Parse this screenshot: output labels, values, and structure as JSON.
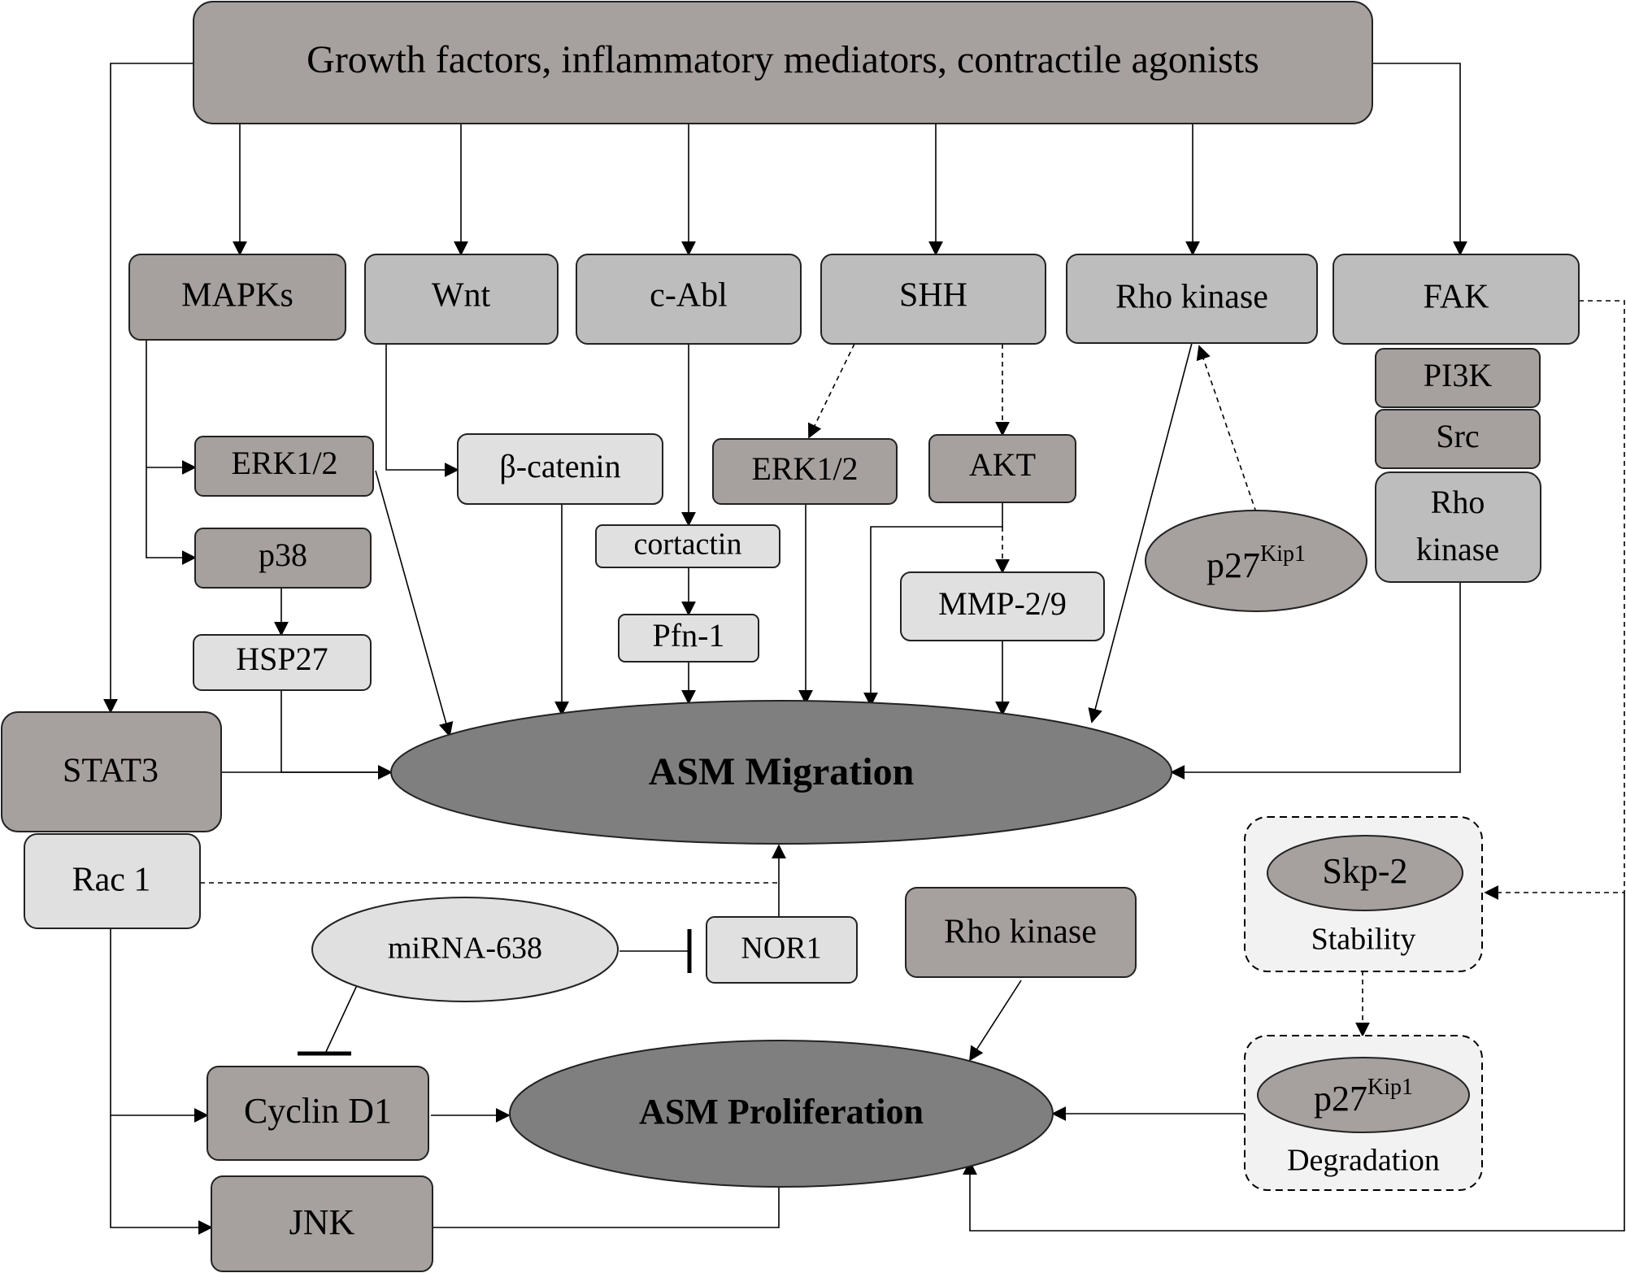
{
  "colors": {
    "dark_node": "#a6a09e",
    "mid_node": "#bdbdbd",
    "light_node": "#e0e0e0",
    "outcome": "#7f7f7f",
    "group_bg": "#f2f2f2"
  },
  "nodes": {
    "top": "Growth factors, inflammatory mediators, contractile agonists",
    "mapks": "MAPKs",
    "wnt": "Wnt",
    "cabl": "c-Abl",
    "shh": "SHH",
    "rho_top": "Rho kinase",
    "fak": "FAK",
    "erk_left": "ERK1/2",
    "p38": "p38",
    "hsp27": "HSP27",
    "bcatenin": "β-catenin",
    "cortactin": "cortactin",
    "pfn1": "Pfn-1",
    "erk_mid": "ERK1/2",
    "akt": "AKT",
    "mmp": "MMP-2/9",
    "p27_mid_base": "p27",
    "p27_mid_sup": "Kip1",
    "pi3k": "PI3K",
    "src": "Src",
    "rho_fak_line1": "Rho",
    "rho_fak_line2": "kinase",
    "stat3": "STAT3",
    "rac1": "Rac 1",
    "migration": "ASM Migration",
    "mirna": "miRNA-638",
    "nor1": "NOR1",
    "rho_lower": "Rho kinase",
    "skp2": "Skp-2",
    "stability": "Stability",
    "p27_low_base": "p27",
    "p27_low_sup": "Kip1",
    "degradation": "Degradation",
    "cyclin": "Cyclin D1",
    "jnk": "JNK",
    "proliferation": "ASM Proliferation"
  }
}
